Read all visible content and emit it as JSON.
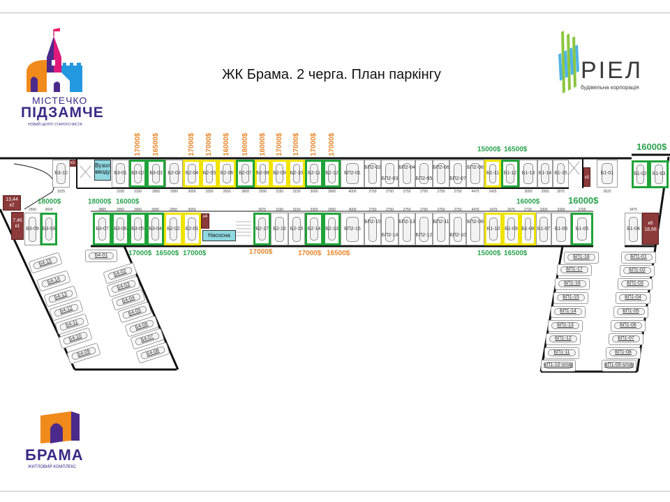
{
  "title": "ЖК Брама. 2 черга. План паркінгу",
  "logos": {
    "pidzamche": {
      "line1": "МІСТЕЧКО",
      "line2": "ПІДЗАМЧЕ",
      "tagline": "НОВИЙ ЦЕНТР СТАРОГО МІСТА"
    },
    "riel": {
      "name": "РІЕЛ",
      "tagline": "будівельна корпорація"
    },
    "brama": {
      "name": "БРАМА",
      "tagline": "ЖИТЛОВИЙ КОМПЛЕКС"
    }
  },
  "colors": {
    "sold_green": "#20a33a",
    "reserved_yellow": "#f1e300",
    "price_orange": "#e8862a",
    "price_green": "#2aa24c",
    "storage_brown": "#8c3a3a",
    "tech_cyan": "#8fd8e0"
  },
  "rooms": {
    "vuzol": "Вузол вводу",
    "nasosna": "Насосна",
    "k1": {
      "label": "к1",
      "area": "7,46"
    },
    "k2": {
      "label": "к2",
      "area": "13,44"
    },
    "k3": {
      "label": "к3"
    },
    "k4": {
      "label": "к4"
    },
    "k5": {
      "label": "к5"
    },
    "k6": {
      "label": "к6",
      "area": "18,66"
    }
  },
  "top_row": [
    {
      "id": "Б3-01",
      "dim": "3100"
    },
    {
      "id": "Б3-02",
      "status": "green",
      "price": "17000$",
      "price_color": "orange",
      "dim": "3150"
    },
    {
      "id": "Б3-03",
      "status": "green",
      "price": "16500$",
      "price_color": "orange",
      "dim": "2850"
    },
    {
      "id": "Б2-03",
      "dim": "2950"
    },
    {
      "id": "Б2-04",
      "status": "yellow",
      "price": "17000$",
      "price_color": "orange",
      "dim": "3050"
    },
    {
      "id": "Б2-05",
      "status": "yellow",
      "price": "17000$",
      "price_color": "orange",
      "dim": "3350"
    },
    {
      "id": "Б2-06",
      "status": "yellow",
      "price": "16000$",
      "price_color": "orange",
      "dim": "2650"
    },
    {
      "id": "Б2-07",
      "status": "green",
      "price": "18000$",
      "price_color": "orange",
      "dim": "3800"
    },
    {
      "id": "Б2-08",
      "status": "yellow",
      "price": "16000$",
      "price_color": "orange",
      "dim": "2500"
    },
    {
      "id": "Б2-09",
      "status": "yellow",
      "price": "17000$",
      "price_color": "orange",
      "dim": "3150"
    },
    {
      "id": "Б2-10",
      "status": "yellow",
      "price": "17000$",
      "price_color": "orange",
      "dim": "3150"
    },
    {
      "id": "Б2-11",
      "status": "green",
      "price": "17000$",
      "price_color": "orange",
      "dim": "3000"
    },
    {
      "id": "Б2-12",
      "status": "green",
      "price": "17000$",
      "price_color": "orange",
      "dim": "3000"
    },
    {
      "id": "БП2-01",
      "dim": "4000"
    },
    {
      "id": "БП2-02",
      "dim": "2750"
    },
    {
      "id": "БП2-03",
      "dim": "2750"
    },
    {
      "id": "БП2-04",
      "dim": "2750"
    },
    {
      "id": "БП2-05",
      "dim": "2750"
    },
    {
      "id": "БП2-06",
      "dim": "2750"
    },
    {
      "id": "БП2-07",
      "dim": "2750"
    },
    {
      "id": "БП2-08",
      "dim": "4475"
    },
    {
      "id": "Б1-11",
      "status": "yellow",
      "price": "15000$",
      "price_color": "green",
      "dim": "2425"
    },
    {
      "id": "Б1-12",
      "status": "green",
      "price": "16500$",
      "price_color": "green"
    },
    {
      "id": "Б1-13",
      "dim": "3050"
    },
    {
      "id": "Б1-14",
      "dim": "2950"
    },
    {
      "id": "Б1-15",
      "dim": "3075"
    }
  ],
  "top_extra": [
    {
      "id": "Б3-10",
      "dim": "3225"
    },
    {
      "id": "Б1-01",
      "dim": "2625"
    },
    {
      "id": "Б1-02",
      "status": "green",
      "price": "16000$",
      "price_color": "green"
    },
    {
      "id": "Б1-03",
      "status": "green"
    }
  ],
  "bottom_row": [
    {
      "id": "Б3-09",
      "dim": "2500"
    },
    {
      "id": "Б3-08",
      "status": "green",
      "price": "18000$",
      "price_color": "green",
      "dim": "3600"
    },
    {
      "id": "Б3-07",
      "status": "green",
      "price": "18000$",
      "price_color": "green",
      "dim": "3865"
    },
    {
      "id": "Б3-06",
      "status": "green",
      "price": "16000$",
      "price_color": "green",
      "dim": "2950"
    },
    {
      "id": "Б3-05",
      "status": "green",
      "dim": "3000"
    },
    {
      "id": "Б3-04",
      "status": "green",
      "price": "17000$",
      "price_color": "green",
      "dim": "3000"
    },
    {
      "id": "Б2-02",
      "status": "yellow",
      "price": "16500$",
      "price_color": "green",
      "dim": "2950"
    },
    {
      "id": "Б2-01",
      "status": "yellow",
      "price": "17000$",
      "price_color": "green",
      "dim": "3050"
    },
    {
      "id": "Б2-17",
      "status": "green",
      "price": "17000$",
      "price_color": "orange",
      "dim": "3075"
    },
    {
      "id": "Б2-16",
      "dim": "3150"
    },
    {
      "id": "Б2-15",
      "dim": "3150"
    },
    {
      "id": "Б2-14",
      "status": "green",
      "price": "17000$",
      "price_color": "orange",
      "dim": "3350"
    },
    {
      "id": "Б2-13",
      "status": "green",
      "price": "16500$",
      "price_color": "orange",
      "dim": "2650"
    },
    {
      "id": "БП2-16",
      "dim": "4000"
    },
    {
      "id": "БП2-15",
      "dim": "2750"
    },
    {
      "id": "БП2-14",
      "dim": "2750"
    },
    {
      "id": "БП2-13",
      "dim": "2750"
    },
    {
      "id": "БП2-12",
      "dim": "2750"
    },
    {
      "id": "БП2-11",
      "dim": "2750"
    },
    {
      "id": "БП2-10",
      "dim": "2750"
    },
    {
      "id": "БП2-09",
      "dim": "4475"
    },
    {
      "id": "Б1-10",
      "status": "yellow",
      "price": "15000$",
      "price_color": "green",
      "dim": "3475"
    },
    {
      "id": "Б1-09",
      "status": "yellow",
      "price": "16500$",
      "price_color": "green",
      "dim": "2975"
    },
    {
      "id": "Б1-08",
      "status": "yellow",
      "price": "16000$",
      "price_color": "green",
      "dim": "2725"
    },
    {
      "id": "Б1-07",
      "dim": "3300"
    },
    {
      "id": "Б1-06",
      "dim": "3300"
    },
    {
      "id": "Б1-05",
      "status": "green",
      "price": "16000$",
      "price_color": "green",
      "dim": "2700"
    },
    {
      "id": "Б1-04",
      "dim": "3475"
    }
  ],
  "left_wing": [
    "Б4-01",
    "Б4-02",
    "Б4-03",
    "Б4-04",
    "Б4-05",
    "Б4-06",
    "Б4-07",
    "Б4-08",
    "Б4-09",
    "Б4-10",
    "Б4-11",
    "Б4-12",
    "Б4-13",
    "Б4-14",
    "Б4-15"
  ],
  "right_wing": [
    "БП1-01",
    "БП1-02",
    "БП1-03",
    "БП1-04",
    "БП1-05",
    "БП1-06",
    "БП1-07",
    "БП1-08",
    "БП1-09-small",
    "БП1-10-small",
    "БП1-11",
    "БП1-12",
    "БП1-13",
    "БП1-14",
    "БП1-15",
    "БП1-16",
    "БП1-17",
    "БП1-18"
  ]
}
